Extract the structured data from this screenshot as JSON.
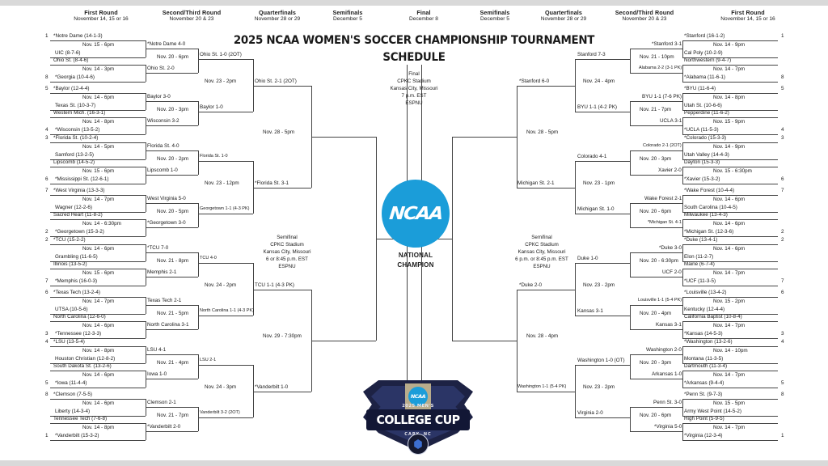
{
  "title": {
    "line1": "2025 NCAA WOMEN'S SOCCER CHAMPIONSHIP TOURNAMENT",
    "line2": "SCHEDULE"
  },
  "headers": {
    "left": [
      {
        "name": "First Round",
        "date": "November 14, 15 or 16"
      },
      {
        "name": "Second/Third Round",
        "date": "November 20 & 23"
      },
      {
        "name": "Quarterfinals",
        "date": "November 28 or 29"
      },
      {
        "name": "Semifinals",
        "date": "December 5"
      }
    ],
    "center": {
      "name": "Final",
      "date": "December 8"
    },
    "right": [
      {
        "name": "Semifinals",
        "date": "December 5"
      },
      {
        "name": "Quarterfinals",
        "date": "November 28 or 29"
      },
      {
        "name": "Second/Third Round",
        "date": "November 20 & 23"
      },
      {
        "name": "First Round",
        "date": "November 14, 15 or 16"
      }
    ]
  },
  "final_info": {
    "label": "Final",
    "venue": "CPKC Stadium",
    "city": "Kansas City, Missouri",
    "time": "7 p.m. EST",
    "network": "ESPNU"
  },
  "semifinal_left": {
    "label": "Semifinal",
    "venue": "CPKC Stadium",
    "city": "Kansas City, Missouri",
    "time": "6 or 8:45 p.m. EST",
    "network": "ESPNU"
  },
  "semifinal_right": {
    "label": "Semifinal",
    "venue": "CPKC Stadium",
    "city": "Kansas City, Missouri",
    "time": "6 p.m. or 8:45 p.m. EST",
    "network": "ESPNU"
  },
  "champion_label": {
    "line1": "NATIONAL",
    "line2": "CHAMPION"
  },
  "ncaa_logo": {
    "wordmark": "NCAA"
  },
  "college_cup_logo": {
    "ncaa": "NCAA",
    "sub": "2025 MEN'S",
    "main": "COLLEGE CUP",
    "city": "CARY, NC"
  },
  "left_bracket": {
    "first_round": [
      {
        "seed": "1",
        "top": "*Notre Dame (14-1-3)",
        "date": "Nov. 15 - 6pm",
        "bottom": "UIC (8-7-6)",
        "bseed": ""
      },
      {
        "seed": "",
        "top": "Ohio St. (8-4-6)",
        "date": "Nov. 14 - 3pm",
        "bottom": "*Georgia (10-4-6)",
        "bseed": "8"
      },
      {
        "seed": "5",
        "top": "*Baylor (12-4-4)",
        "date": "Nov. 14 - 6pm",
        "bottom": "Texas St. (10-3-7)",
        "bseed": ""
      },
      {
        "seed": "",
        "top": "Western Mich. (16-3-1)",
        "date": "Nov. 14 - 8pm",
        "bottom": "*Wisconsin (13-5-2)",
        "bseed": "4"
      },
      {
        "seed": "3",
        "top": "*Florida St. (10-2-4)",
        "date": "Nov. 14 - 5pm",
        "bottom": "Samford (13-2-5)",
        "bseed": ""
      },
      {
        "seed": "",
        "top": "Lipscomb (14-5-2)",
        "date": "Nov. 15 - 6pm",
        "bottom": "*Mississippi St. (12-6-1)",
        "bseed": "6"
      },
      {
        "seed": "7",
        "top": "*West Virginia (13-3-3)",
        "date": "Nov. 14 - 7pm",
        "bottom": "Wagner (12-2-6)",
        "bseed": ""
      },
      {
        "seed": "",
        "top": "Sacred Heart (11-8-2)",
        "date": "Nov. 14 - 6:30pm",
        "bottom": "*Georgetown (15-3-2)",
        "bseed": "2"
      },
      {
        "seed": "2",
        "top": "*TCU (15-2-2)",
        "date": "Nov. 14 - 6pm",
        "bottom": "Grambling (11-6-5)",
        "bseed": ""
      },
      {
        "seed": "",
        "top": "Illinois (13-5-2)",
        "date": "Nov. 15 - 6pm",
        "bottom": "*Memphis (16-0-3)",
        "bseed": "7"
      },
      {
        "seed": "6",
        "top": "*Texas Tech (13-2-4)",
        "date": "Nov. 14 - 7pm",
        "bottom": "UTSA (10-5-6)",
        "bseed": ""
      },
      {
        "seed": "",
        "top": "North Carolina (12-6-0)",
        "date": "Nov. 14 - 6pm",
        "bottom": "*Tennessee (12-3-3)",
        "bseed": "3"
      },
      {
        "seed": "4",
        "top": "*LSU (13-5-4)",
        "date": "Nov. 14 - 8pm",
        "bottom": "Houston Christian (12-8-2)",
        "bseed": ""
      },
      {
        "seed": "",
        "top": "South Dakota St. (13-2-6)",
        "date": "Nov. 14 - 6pm",
        "bottom": "*Iowa (11-4-4)",
        "bseed": "5"
      },
      {
        "seed": "8",
        "top": "*Clemson (7-5-5)",
        "date": "Nov. 14 - 6pm",
        "bottom": "Liberty (14-3-4)",
        "bseed": ""
      },
      {
        "seed": "",
        "top": "Tennessee Tech (7-6-8)",
        "date": "Nov. 14 - 8pm",
        "bottom": "*Vanderbilt (15-3-2)",
        "bseed": "1"
      }
    ],
    "second_round": [
      {
        "top": "*Notre Dame 4-0",
        "date": "Nov. 20 - 6pm",
        "bottom": "Ohio St. 2-0"
      },
      {
        "top": "Baylor 3-0",
        "date": "Nov. 20 - 3pm",
        "bottom": "Wisconsin 3-2"
      },
      {
        "top": "Florida St. 4-0",
        "date": "Nov. 20 - 2pm",
        "bottom": "Lipscomb 1-0"
      },
      {
        "top": "West Virginia 5-0",
        "date": "Nov. 20 - 5pm",
        "bottom": "*Georgetown 3-0"
      },
      {
        "top": "*TCU 7-0",
        "date": "Nov. 21 - 8pm",
        "bottom": "Memphis 2-1"
      },
      {
        "top": "Texas Tech 2-1",
        "date": "Nov. 21 - 5pm",
        "bottom": "North Carolina 3-1"
      },
      {
        "top": "LSU 4-1",
        "date": "Nov. 21 - 4pm",
        "bottom": "Iowa 1-0"
      },
      {
        "top": "Clemson 2-1",
        "date": "Nov. 21 - 7pm",
        "bottom": "*Vanderbilt 2-0"
      }
    ],
    "third_round": [
      {
        "top": "Ohio St. 1-0 (2OT)",
        "date": "Nov. 23 - 2pm",
        "bottom": "Baylor 1-0"
      },
      {
        "top": "Florida St. 1-0",
        "date": "Nov. 23 - 12pm",
        "bottom": "Georgetown 1-1 (4-3 PK)"
      },
      {
        "top": "TCU 4-0",
        "date": "Nov. 24 - 2pm",
        "bottom": "North Carolina 1-1 (4-3 PK)"
      },
      {
        "top": "LSU 2-1",
        "date": "Nov. 24 - 3pm",
        "bottom": "Vanderbilt 3-2 (2OT)"
      }
    ],
    "quarterfinals": [
      {
        "top": "Ohio St. 2-1 (2OT)",
        "date": "Nov. 28 - 5pm",
        "bottom": "*Florida St. 3-1"
      },
      {
        "top": "TCU 1-1 (4-3 PK)",
        "date": "Nov. 29 - 7:30pm",
        "bottom": "*Vanderbilt 1-0"
      }
    ]
  },
  "right_bracket": {
    "first_round": [
      {
        "seed": "1",
        "top": "*Stanford (16-1-2)",
        "date": "Nov. 14 - 9pm",
        "bottom": "Cal Poly (10-2-9)",
        "bseed": ""
      },
      {
        "seed": "",
        "top": "Northwestern (9-4-7)",
        "date": "Nov. 14 - 7pm",
        "bottom": "*Alabama (11-6-1)",
        "bseed": "8"
      },
      {
        "seed": "5",
        "top": "*BYU (11-6-4)",
        "date": "Nov. 14 - 8pm",
        "bottom": "Utah St. (10-6-6)",
        "bseed": ""
      },
      {
        "seed": "",
        "top": "Pepperdine (11-6-2)",
        "date": "Nov. 15 - 9pm",
        "bottom": "*UCLA (11-5-3)",
        "bseed": "4"
      },
      {
        "seed": "3",
        "top": "*Colorado (15-3-3)",
        "date": "Nov. 14 - 9pm",
        "bottom": "Utah Valley (14-4-3)",
        "bseed": ""
      },
      {
        "seed": "",
        "top": "Dayton (15-3-3)",
        "date": "Nov. 15 - 6:30pm",
        "bottom": "*Xavier (15-3-2)",
        "bseed": "6"
      },
      {
        "seed": "7",
        "top": "*Wake Forest (10-4-4)",
        "date": "Nov. 14 - 6pm",
        "bottom": "South Carolina (10-4-5)",
        "bseed": ""
      },
      {
        "seed": "",
        "top": "Milwaukee (13-4-3)",
        "date": "Nov. 14 - 6pm",
        "bottom": "*Michigan St. (12-3-6)",
        "bseed": "2"
      },
      {
        "seed": "2",
        "top": "*Duke (13-4-1)",
        "date": "Nov. 14 - 6pm",
        "bottom": "Elon (11-2-7)",
        "bseed": ""
      },
      {
        "seed": "",
        "top": "Maine (6-7-4)",
        "date": "Nov. 14 - 7pm",
        "bottom": "*UCF (11-3-5)",
        "bseed": "7"
      },
      {
        "seed": "6",
        "top": "*Louisville (13-4-2)",
        "date": "Nov. 15 - 2pm",
        "bottom": "Kentucky (12-4-4)",
        "bseed": ""
      },
      {
        "seed": "",
        "top": "California Baptist (10-8-4)",
        "date": "Nov. 14 - 7pm",
        "bottom": "*Kansas (14-5-3)",
        "bseed": "3"
      },
      {
        "seed": "4",
        "top": "*Washington (13-2-6)",
        "date": "Nov. 14 - 10pm",
        "bottom": "Montana (11-3-5)",
        "bseed": ""
      },
      {
        "seed": "",
        "top": "Dartmouth (11-3-4)",
        "date": "Nov. 14 - 7pm",
        "bottom": "*Arkansas (9-4-4)",
        "bseed": "5"
      },
      {
        "seed": "8",
        "top": "*Penn St. (9-7-3)",
        "date": "Nov. 15 - 5pm",
        "bottom": "Army West Point (14-5-2)",
        "bseed": ""
      },
      {
        "seed": "",
        "top": "High Point (5-9-5)",
        "date": "Nov. 14 - 7pm",
        "bottom": "*Virginia (12-3-4)",
        "bseed": "1"
      }
    ],
    "second_round": [
      {
        "top": "*Stanford 3-1",
        "date": "Nov. 21 - 10pm",
        "bottom": "Alabama 2-2 (3-1 PK)"
      },
      {
        "top": "BYU 1-1 (7-6 PK)",
        "date": "Nov. 21 - 7pm",
        "bottom": "UCLA 3-1"
      },
      {
        "top": "Colorado 2-1 (2OT)",
        "date": "Nov. 20 - 3pm",
        "bottom": "Xavier 2-0"
      },
      {
        "top": "Wake Forest 2-1",
        "date": "Nov. 20 - 6pm",
        "bottom": "*Michigan St. 4-1"
      },
      {
        "top": "*Duke 3-0",
        "date": "Nov. 20 - 6:30pm",
        "bottom": "UCF 2-0"
      },
      {
        "top": "Louisville 1-1 (5-4 PK)",
        "date": "Nov. 20 - 4pm",
        "bottom": "Kansas 3-1"
      },
      {
        "top": "Washington 2-0",
        "date": "Nov. 20 - 3pm",
        "bottom": "Arkansas 1-0"
      },
      {
        "top": "Penn St. 3-0",
        "date": "Nov. 20 - 6pm",
        "bottom": "*Virginia 5-0"
      }
    ],
    "third_round": [
      {
        "top": "Stanford 7-3",
        "date": "Nov. 24 - 4pm",
        "bottom": "BYU 1-1 (4-2 PK)"
      },
      {
        "top": "Colorado 4-1",
        "date": "Nov. 23 - 1pm",
        "bottom": "Michigan St. 1-0"
      },
      {
        "top": "Duke 1-0",
        "date": "Nov. 23 - 2pm",
        "bottom": "Kansas 3-1"
      },
      {
        "top": "Washington 1-0 (OT)",
        "date": "Nov. 23 - 2pm",
        "bottom": "Virginia 2-0"
      }
    ],
    "quarterfinals": [
      {
        "top": "*Stanford 6-0",
        "date": "Nov. 28 - 5pm",
        "bottom": "Michigan St. 2-1"
      },
      {
        "top": "*Duke 2-0",
        "date": "Nov. 28 - 4pm",
        "bottom": "Washington 1-1 (5-4 PK)"
      }
    ]
  }
}
